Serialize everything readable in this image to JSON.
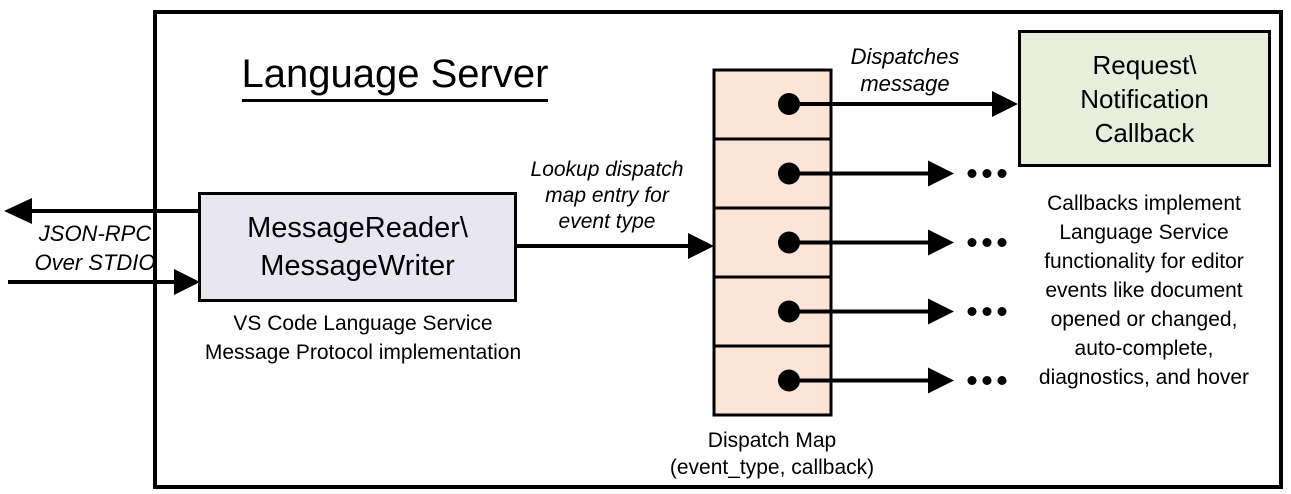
{
  "title": "Language Server",
  "io_label": {
    "lines": [
      "JSON-RPC",
      "Over STDIO"
    ]
  },
  "reader": {
    "lines": [
      "MessageReader\\",
      "MessageWriter"
    ],
    "caption_lines": [
      "VS Code Language Service",
      "Message Protocol implementation"
    ]
  },
  "lookup_label": {
    "lines": [
      "Lookup dispatch",
      "map entry for",
      "event type"
    ]
  },
  "dispatches_label": {
    "lines": [
      "Dispatches",
      "message"
    ]
  },
  "dispatch_map": {
    "cell_count": 5,
    "caption_lines": [
      "Dispatch Map",
      "(event_type, callback)"
    ]
  },
  "callback": {
    "lines": [
      "Request\\",
      "Notification",
      "Callback"
    ],
    "caption_lines": [
      "Callbacks implement",
      "Language Service",
      "functionality for editor",
      "events like document",
      "opened or changed,",
      "auto-complete,",
      "diagnostics, and hover"
    ]
  },
  "colors": {
    "stroke": "#000000",
    "reader_fill": "#e8e7f1",
    "dispatch_fill": "#fce5d6",
    "callback_fill": "#e7efdc",
    "background": "#ffffff"
  }
}
